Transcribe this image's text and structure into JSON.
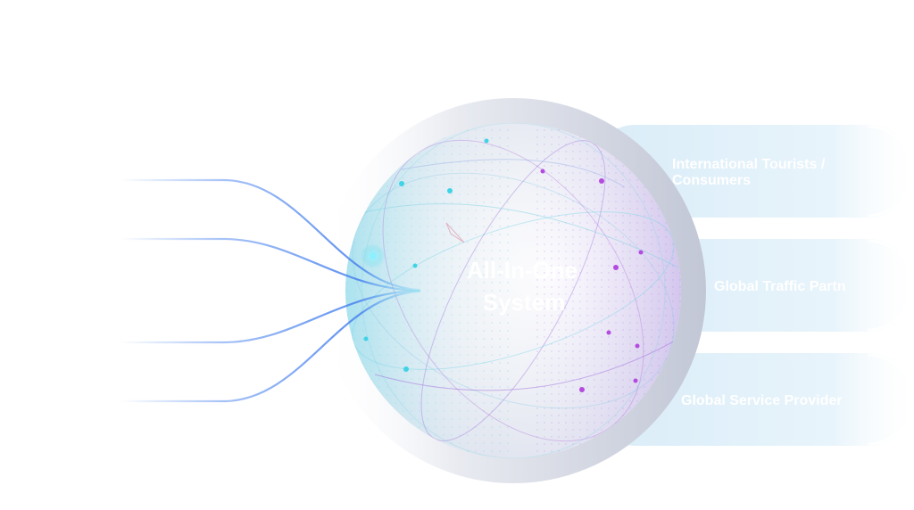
{
  "core": {
    "title_line1": "All-In-One",
    "title_line2": "System"
  },
  "targets": [
    {
      "label_line1": "International Tourists /",
      "label_line2": "Consumers"
    },
    {
      "label_line1": "Global Traffic Partn"
    },
    {
      "label_line1": "Global Service Provider"
    }
  ],
  "colors": {
    "stream": "#5b8ff0",
    "pill": "#e6f3fb",
    "ring": "#c9cedd",
    "teal_node": "#3fd3e6",
    "violet_node": "#b44be0"
  }
}
